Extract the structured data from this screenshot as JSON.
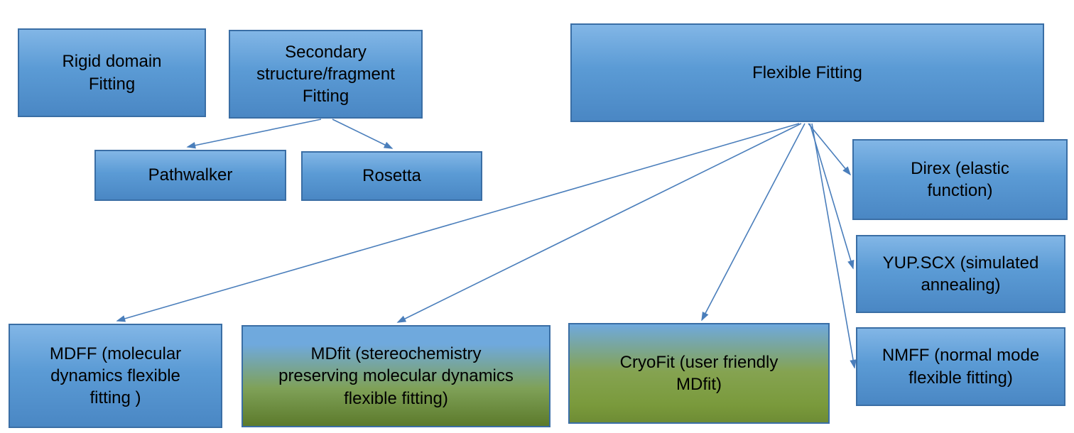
{
  "diagram": {
    "type": "flowchart",
    "colors": {
      "box_fill_top": "#82B6E6",
      "box_fill_bottom": "#4A87C4",
      "box_border": "#3A6EA5",
      "green_fill": "#76923C",
      "arrow": "#4A7EBB",
      "text": "#000000"
    },
    "nodes": [
      {
        "id": "rigid-domain-fitting",
        "label": "Rigid domain\nFitting"
      },
      {
        "id": "secondary-structure-fitting",
        "label": "Secondary\nstructure/fragment\nFitting"
      },
      {
        "id": "flexible-fitting",
        "label": "Flexible Fitting"
      },
      {
        "id": "pathwalker",
        "label": "Pathwalker"
      },
      {
        "id": "rosetta",
        "label": "Rosetta"
      },
      {
        "id": "direx",
        "label": "Direx (elastic\nfunction)"
      },
      {
        "id": "yup-scx",
        "label": "YUP.SCX (simulated\nannealing)"
      },
      {
        "id": "nmff",
        "label": "NMFF (normal mode\nflexible fitting)"
      },
      {
        "id": "mdff",
        "label": "MDFF (molecular\ndynamics flexible\nfitting )"
      },
      {
        "id": "mdfit",
        "label": "MDfit (stereochemistry\npreserving molecular dynamics\nflexible fitting)"
      },
      {
        "id": "cryofit",
        "label": "CryoFit (user friendly\nMDfit)"
      }
    ],
    "edges": [
      {
        "from": "secondary-structure-fitting",
        "to": "pathwalker"
      },
      {
        "from": "secondary-structure-fitting",
        "to": "rosetta"
      },
      {
        "from": "flexible-fitting",
        "to": "mdff"
      },
      {
        "from": "flexible-fitting",
        "to": "mdfit"
      },
      {
        "from": "flexible-fitting",
        "to": "cryofit"
      },
      {
        "from": "flexible-fitting",
        "to": "direx"
      },
      {
        "from": "flexible-fitting",
        "to": "yup-scx"
      },
      {
        "from": "flexible-fitting",
        "to": "nmff"
      }
    ]
  }
}
